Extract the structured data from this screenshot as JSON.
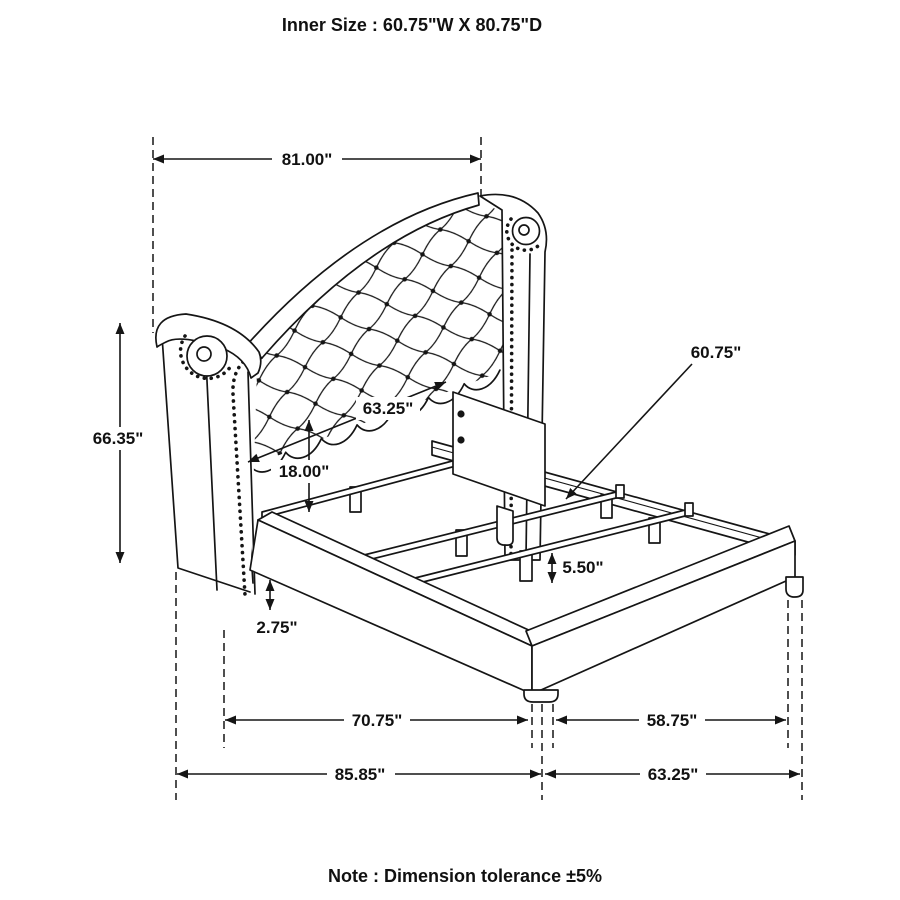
{
  "title": "Inner Size : 60.75\"W X 80.75\"D",
  "note": "Note : Dimension tolerance ±5%",
  "dims": {
    "top_width": "81.00\"",
    "left_height": "66.35\"",
    "panel_width": "63.25\"",
    "panel_to_rail": "18.00\"",
    "slat_length": "60.75\"",
    "slat_height": "5.50\"",
    "rail_bottom": "2.75\"",
    "bottom_inner_left": "70.75\"",
    "bottom_inner_right": "58.75\"",
    "bottom_outer_left": "85.85\"",
    "bottom_outer_right": "63.25\""
  }
}
